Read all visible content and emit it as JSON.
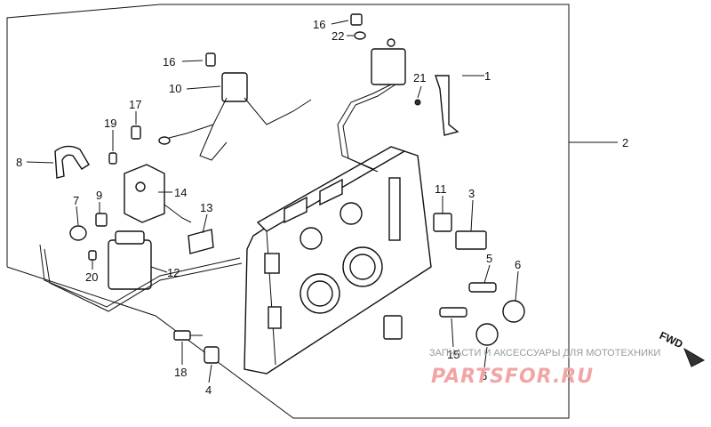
{
  "callouts": {
    "c1": "1",
    "c2": "2",
    "c3": "3",
    "c4": "4",
    "c5": "5",
    "c6a": "6",
    "c6b": "6",
    "c7": "7",
    "c8": "8",
    "c9": "9",
    "c10": "10",
    "c11": "11",
    "c12": "12",
    "c13": "13",
    "c14": "14",
    "c15": "15",
    "c16a": "16",
    "c16b": "16",
    "c17": "17",
    "c18": "18",
    "c19": "19",
    "c20": "20",
    "c21": "21",
    "c22": "22"
  },
  "direction_label": "FWD",
  "watermark": {
    "tagline": "ЗАПЧАСТИ И АКСЕССУАРЫ ДЛЯ МОТОТЕХНИКИ",
    "logo": "PARTSFOR.RU"
  }
}
